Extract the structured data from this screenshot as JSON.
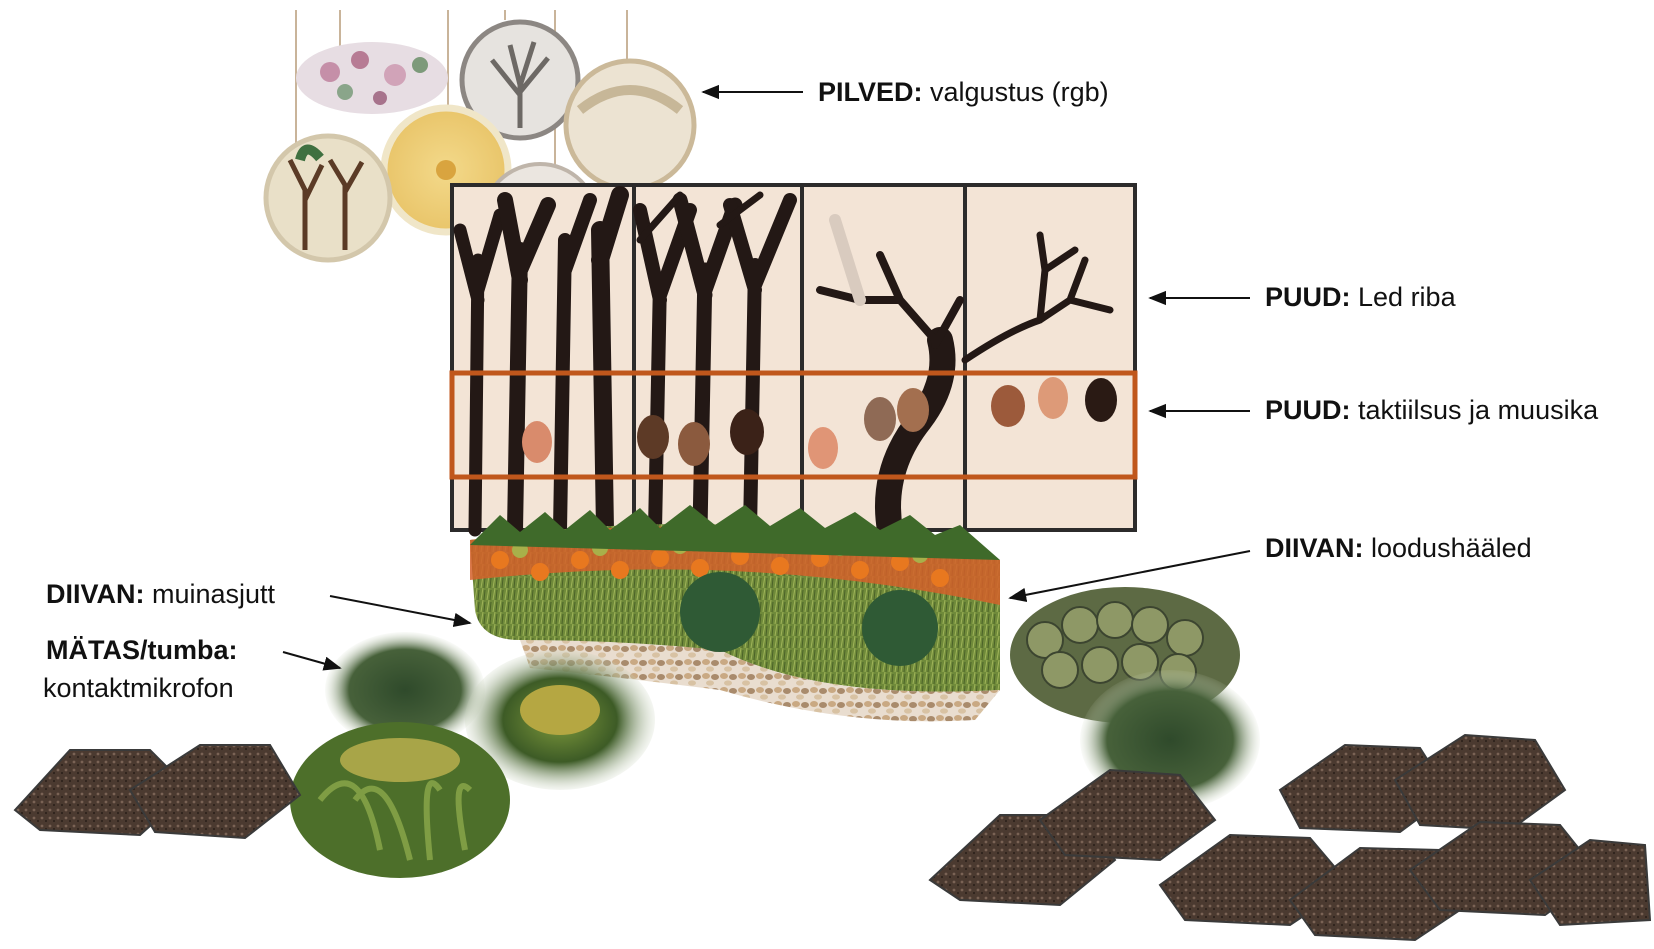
{
  "labels": {
    "pilved": {
      "term": "PILVED",
      "desc": " valgustus (rgb)"
    },
    "puud_led": {
      "term": "PUUD",
      "desc": " Led riba"
    },
    "puud_takt": {
      "term": "PUUD",
      "desc": " taktiilsus ja muusika"
    },
    "diivan_loodus": {
      "term": "DIIVAN:",
      "desc": " loodushääled"
    },
    "diivan_muinas": {
      "term": "DIIVAN:",
      "desc": " muinasjutt"
    },
    "matas": {
      "term": "MÄTAS/tumba:",
      "desc": "kontaktmikrofon"
    }
  },
  "colors": {
    "highlight_frame": "#c0571c",
    "panel_bg": "#f3e4d6",
    "tree": "#231815",
    "arrow": "#111111"
  }
}
